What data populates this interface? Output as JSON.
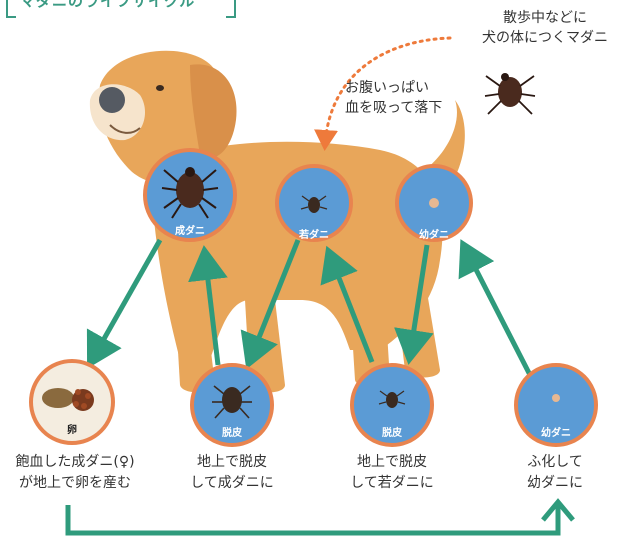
{
  "title": "マダニのライフサイクル",
  "notes": {
    "walk": [
      "散歩中などに",
      "犬の体につくマダニ"
    ],
    "drop": [
      "お腹いっぱい",
      "血を吸って落下"
    ]
  },
  "on_dog_circles": {
    "adult": "成ダニ",
    "nymph": "若ダニ",
    "larva": "幼ダニ"
  },
  "ground_circles": {
    "eggs": "卵",
    "molt_adult": "脱皮",
    "molt_nymph": "脱皮",
    "larva": "幼ダニ"
  },
  "captions": {
    "eggs": [
      "飽血した成ダニ(♀)",
      "が地上で卵を産む"
    ],
    "molt_adult": [
      "地上で脱皮",
      "して成ダニに"
    ],
    "molt_nymph": [
      "地上で脱皮",
      "して若ダニに"
    ],
    "larva": [
      "ふ化して",
      "幼ダニに"
    ]
  },
  "colors": {
    "accent": "#3a9a83",
    "circle_blue": "#5b9bd5",
    "circle_border": "#e8844f",
    "dog": "#e8a65a",
    "dotted_arrow": "#ee7a3b"
  }
}
